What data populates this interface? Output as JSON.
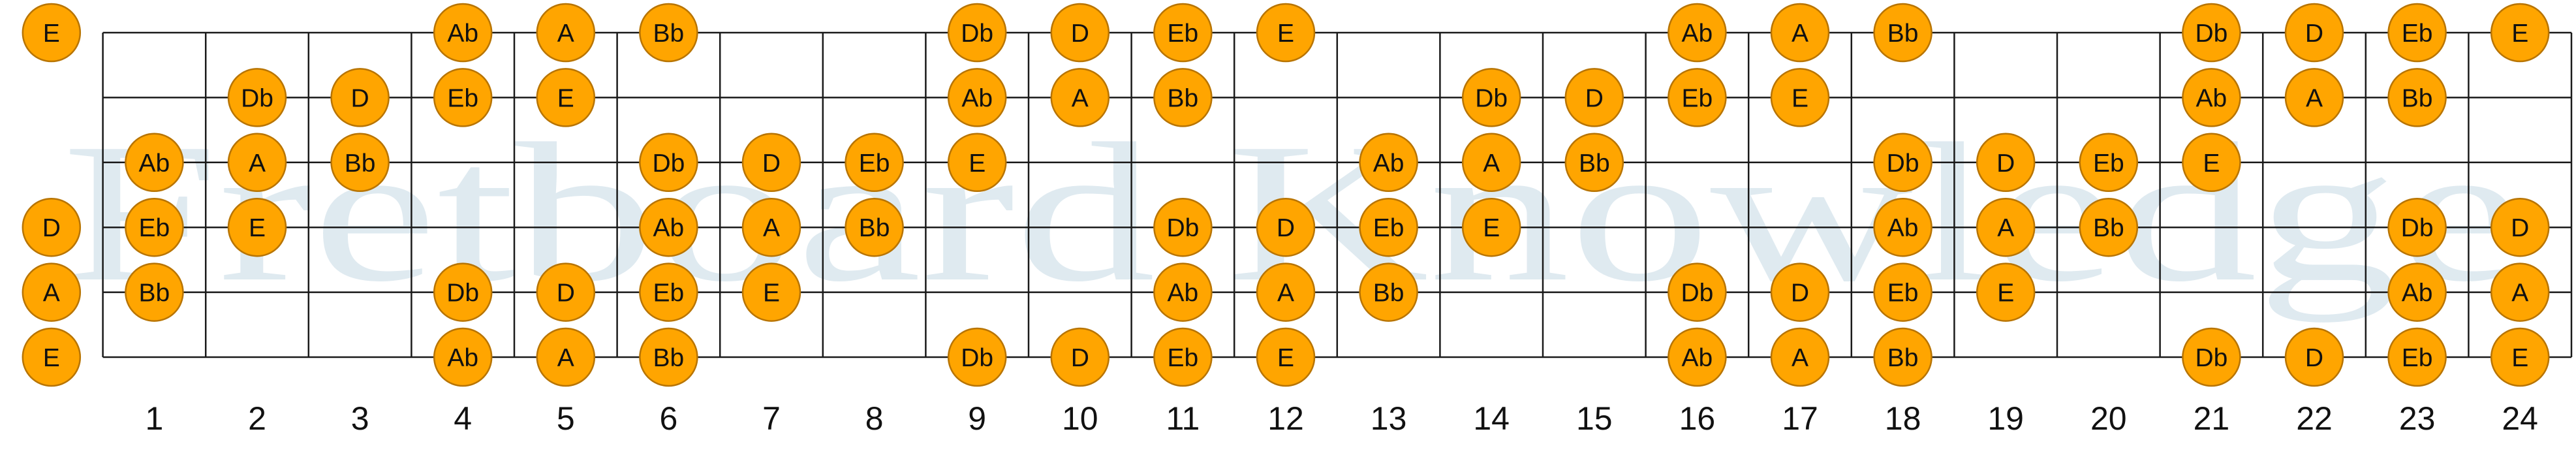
{
  "watermark": "Fretboard Knowledge",
  "frets": 24,
  "strings": 6,
  "fret_numbers": [
    "1",
    "2",
    "3",
    "4",
    "5",
    "6",
    "7",
    "8",
    "9",
    "10",
    "11",
    "12",
    "13",
    "14",
    "15",
    "16",
    "17",
    "18",
    "19",
    "20",
    "21",
    "22",
    "23",
    "24"
  ],
  "note_color": "#ffa500",
  "notes": [
    {
      "string": 1,
      "fret": 0,
      "label": "E"
    },
    {
      "string": 1,
      "fret": 4,
      "label": "Ab"
    },
    {
      "string": 1,
      "fret": 5,
      "label": "A"
    },
    {
      "string": 1,
      "fret": 6,
      "label": "Bb"
    },
    {
      "string": 1,
      "fret": 9,
      "label": "Db"
    },
    {
      "string": 1,
      "fret": 10,
      "label": "D"
    },
    {
      "string": 1,
      "fret": 11,
      "label": "Eb"
    },
    {
      "string": 1,
      "fret": 12,
      "label": "E"
    },
    {
      "string": 1,
      "fret": 16,
      "label": "Ab"
    },
    {
      "string": 1,
      "fret": 17,
      "label": "A"
    },
    {
      "string": 1,
      "fret": 18,
      "label": "Bb"
    },
    {
      "string": 1,
      "fret": 21,
      "label": "Db"
    },
    {
      "string": 1,
      "fret": 22,
      "label": "D"
    },
    {
      "string": 1,
      "fret": 23,
      "label": "Eb"
    },
    {
      "string": 1,
      "fret": 24,
      "label": "E"
    },
    {
      "string": 2,
      "fret": 2,
      "label": "Db"
    },
    {
      "string": 2,
      "fret": 3,
      "label": "D"
    },
    {
      "string": 2,
      "fret": 4,
      "label": "Eb"
    },
    {
      "string": 2,
      "fret": 5,
      "label": "E"
    },
    {
      "string": 2,
      "fret": 9,
      "label": "Ab"
    },
    {
      "string": 2,
      "fret": 10,
      "label": "A"
    },
    {
      "string": 2,
      "fret": 11,
      "label": "Bb"
    },
    {
      "string": 2,
      "fret": 14,
      "label": "Db"
    },
    {
      "string": 2,
      "fret": 15,
      "label": "D"
    },
    {
      "string": 2,
      "fret": 16,
      "label": "Eb"
    },
    {
      "string": 2,
      "fret": 17,
      "label": "E"
    },
    {
      "string": 2,
      "fret": 21,
      "label": "Ab"
    },
    {
      "string": 2,
      "fret": 22,
      "label": "A"
    },
    {
      "string": 2,
      "fret": 23,
      "label": "Bb"
    },
    {
      "string": 3,
      "fret": 1,
      "label": "Ab"
    },
    {
      "string": 3,
      "fret": 2,
      "label": "A"
    },
    {
      "string": 3,
      "fret": 3,
      "label": "Bb"
    },
    {
      "string": 3,
      "fret": 6,
      "label": "Db"
    },
    {
      "string": 3,
      "fret": 7,
      "label": "D"
    },
    {
      "string": 3,
      "fret": 8,
      "label": "Eb"
    },
    {
      "string": 3,
      "fret": 9,
      "label": "E"
    },
    {
      "string": 3,
      "fret": 13,
      "label": "Ab"
    },
    {
      "string": 3,
      "fret": 14,
      "label": "A"
    },
    {
      "string": 3,
      "fret": 15,
      "label": "Bb"
    },
    {
      "string": 3,
      "fret": 18,
      "label": "Db"
    },
    {
      "string": 3,
      "fret": 19,
      "label": "D"
    },
    {
      "string": 3,
      "fret": 20,
      "label": "Eb"
    },
    {
      "string": 3,
      "fret": 21,
      "label": "E"
    },
    {
      "string": 4,
      "fret": 0,
      "label": "D"
    },
    {
      "string": 4,
      "fret": 1,
      "label": "Eb"
    },
    {
      "string": 4,
      "fret": 2,
      "label": "E"
    },
    {
      "string": 4,
      "fret": 6,
      "label": "Ab"
    },
    {
      "string": 4,
      "fret": 7,
      "label": "A"
    },
    {
      "string": 4,
      "fret": 8,
      "label": "Bb"
    },
    {
      "string": 4,
      "fret": 11,
      "label": "Db"
    },
    {
      "string": 4,
      "fret": 12,
      "label": "D"
    },
    {
      "string": 4,
      "fret": 13,
      "label": "Eb"
    },
    {
      "string": 4,
      "fret": 14,
      "label": "E"
    },
    {
      "string": 4,
      "fret": 18,
      "label": "Ab"
    },
    {
      "string": 4,
      "fret": 19,
      "label": "A"
    },
    {
      "string": 4,
      "fret": 20,
      "label": "Bb"
    },
    {
      "string": 4,
      "fret": 23,
      "label": "Db"
    },
    {
      "string": 4,
      "fret": 24,
      "label": "D"
    },
    {
      "string": 5,
      "fret": 0,
      "label": "A"
    },
    {
      "string": 5,
      "fret": 1,
      "label": "Bb"
    },
    {
      "string": 5,
      "fret": 4,
      "label": "Db"
    },
    {
      "string": 5,
      "fret": 5,
      "label": "D"
    },
    {
      "string": 5,
      "fret": 6,
      "label": "Eb"
    },
    {
      "string": 5,
      "fret": 7,
      "label": "E"
    },
    {
      "string": 5,
      "fret": 11,
      "label": "Ab"
    },
    {
      "string": 5,
      "fret": 12,
      "label": "A"
    },
    {
      "string": 5,
      "fret": 13,
      "label": "Bb"
    },
    {
      "string": 5,
      "fret": 16,
      "label": "Db"
    },
    {
      "string": 5,
      "fret": 17,
      "label": "D"
    },
    {
      "string": 5,
      "fret": 18,
      "label": "Eb"
    },
    {
      "string": 5,
      "fret": 19,
      "label": "E"
    },
    {
      "string": 5,
      "fret": 23,
      "label": "Ab"
    },
    {
      "string": 5,
      "fret": 24,
      "label": "A"
    },
    {
      "string": 6,
      "fret": 0,
      "label": "E"
    },
    {
      "string": 6,
      "fret": 4,
      "label": "Ab"
    },
    {
      "string": 6,
      "fret": 5,
      "label": "A"
    },
    {
      "string": 6,
      "fret": 6,
      "label": "Bb"
    },
    {
      "string": 6,
      "fret": 9,
      "label": "Db"
    },
    {
      "string": 6,
      "fret": 10,
      "label": "D"
    },
    {
      "string": 6,
      "fret": 11,
      "label": "Eb"
    },
    {
      "string": 6,
      "fret": 12,
      "label": "E"
    },
    {
      "string": 6,
      "fret": 16,
      "label": "Ab"
    },
    {
      "string": 6,
      "fret": 17,
      "label": "A"
    },
    {
      "string": 6,
      "fret": 18,
      "label": "Bb"
    },
    {
      "string": 6,
      "fret": 21,
      "label": "Db"
    },
    {
      "string": 6,
      "fret": 22,
      "label": "D"
    },
    {
      "string": 6,
      "fret": 23,
      "label": "Eb"
    },
    {
      "string": 6,
      "fret": 24,
      "label": "E"
    }
  ]
}
